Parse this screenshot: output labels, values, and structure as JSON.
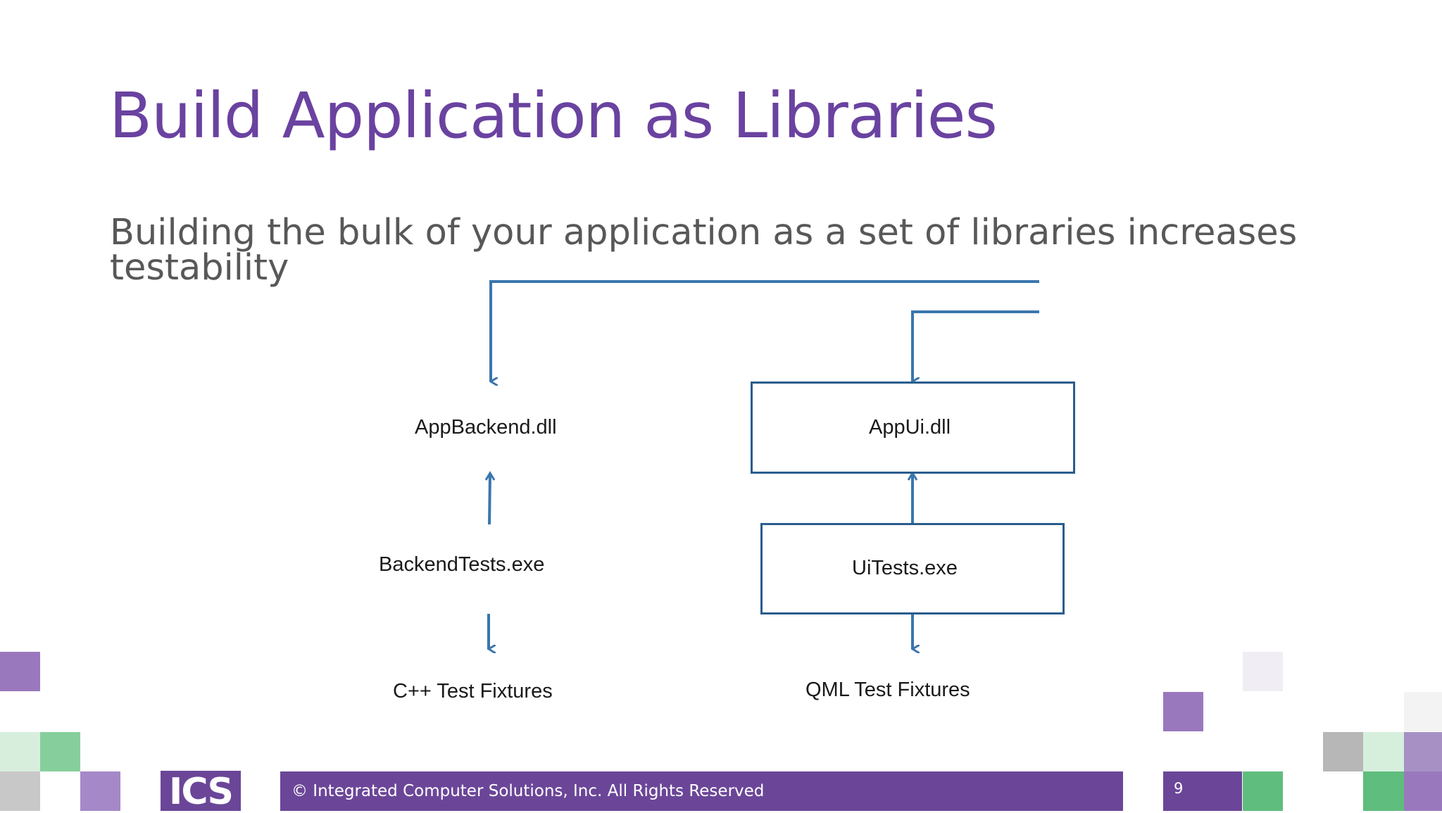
{
  "slide": {
    "title": "Build Application as Libraries",
    "subtitle": "Building the bulk of your application as a set of libraries increases testability"
  },
  "diagram": {
    "nodes": {
      "app_backend": "AppBackend.dll",
      "app_ui": "AppUi.dll",
      "backend_tests": "BackendTests.exe",
      "ui_tests": "UiTests.exe",
      "cpp_fixtures": "C++ Test Fixtures",
      "qml_fixtures": "QML Test Fixtures"
    },
    "line_color": "#3a76ad",
    "box_border_color": "#2a5d8d"
  },
  "footer": {
    "logo_text": "ICS",
    "copyright": "© Integrated Computer Solutions, Inc. All Rights Reserved",
    "page_number": "9",
    "accent_color": "#6b4698"
  }
}
